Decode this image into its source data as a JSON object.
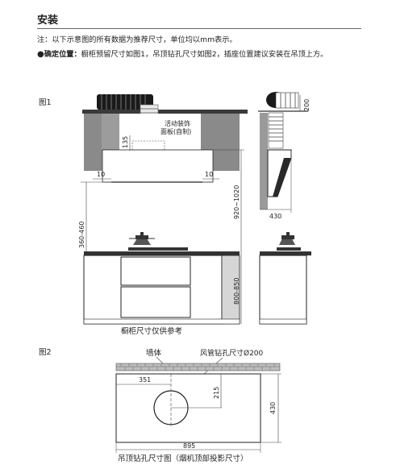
{
  "heading": "安装",
  "note": "注：以下示意图的所有数据为推荐尺寸，单位均以mm表示。",
  "position": {
    "bullet": "●",
    "label": "确定位置：",
    "text": "橱柜预留尺寸如图1，吊顶钻孔尺寸如图2，插座位置建议安装在吊顶上方。"
  },
  "fig1": {
    "label": "图1",
    "panel_label_line1": "活动装饰",
    "panel_label_line2": "面板(自制)",
    "dim_135": "135",
    "dim_10_left": "10",
    "dim_10_right": "10",
    "dim_920_1020": "920~1020",
    "dim_360_460": "360-460",
    "dim_800_850": "800-850",
    "dim_200": "200",
    "dim_430": "430",
    "caption": "橱柜尺寸仅供参考"
  },
  "fig2": {
    "label": "图2",
    "wall": "墙体",
    "duct_hole": "风管钻孔尺寸Ø200",
    "dim_351": "351",
    "dim_215": "215",
    "dim_430": "430",
    "dim_895": "895",
    "caption": "吊顶钻孔尺寸图（烟机顶部投影尺寸）"
  }
}
